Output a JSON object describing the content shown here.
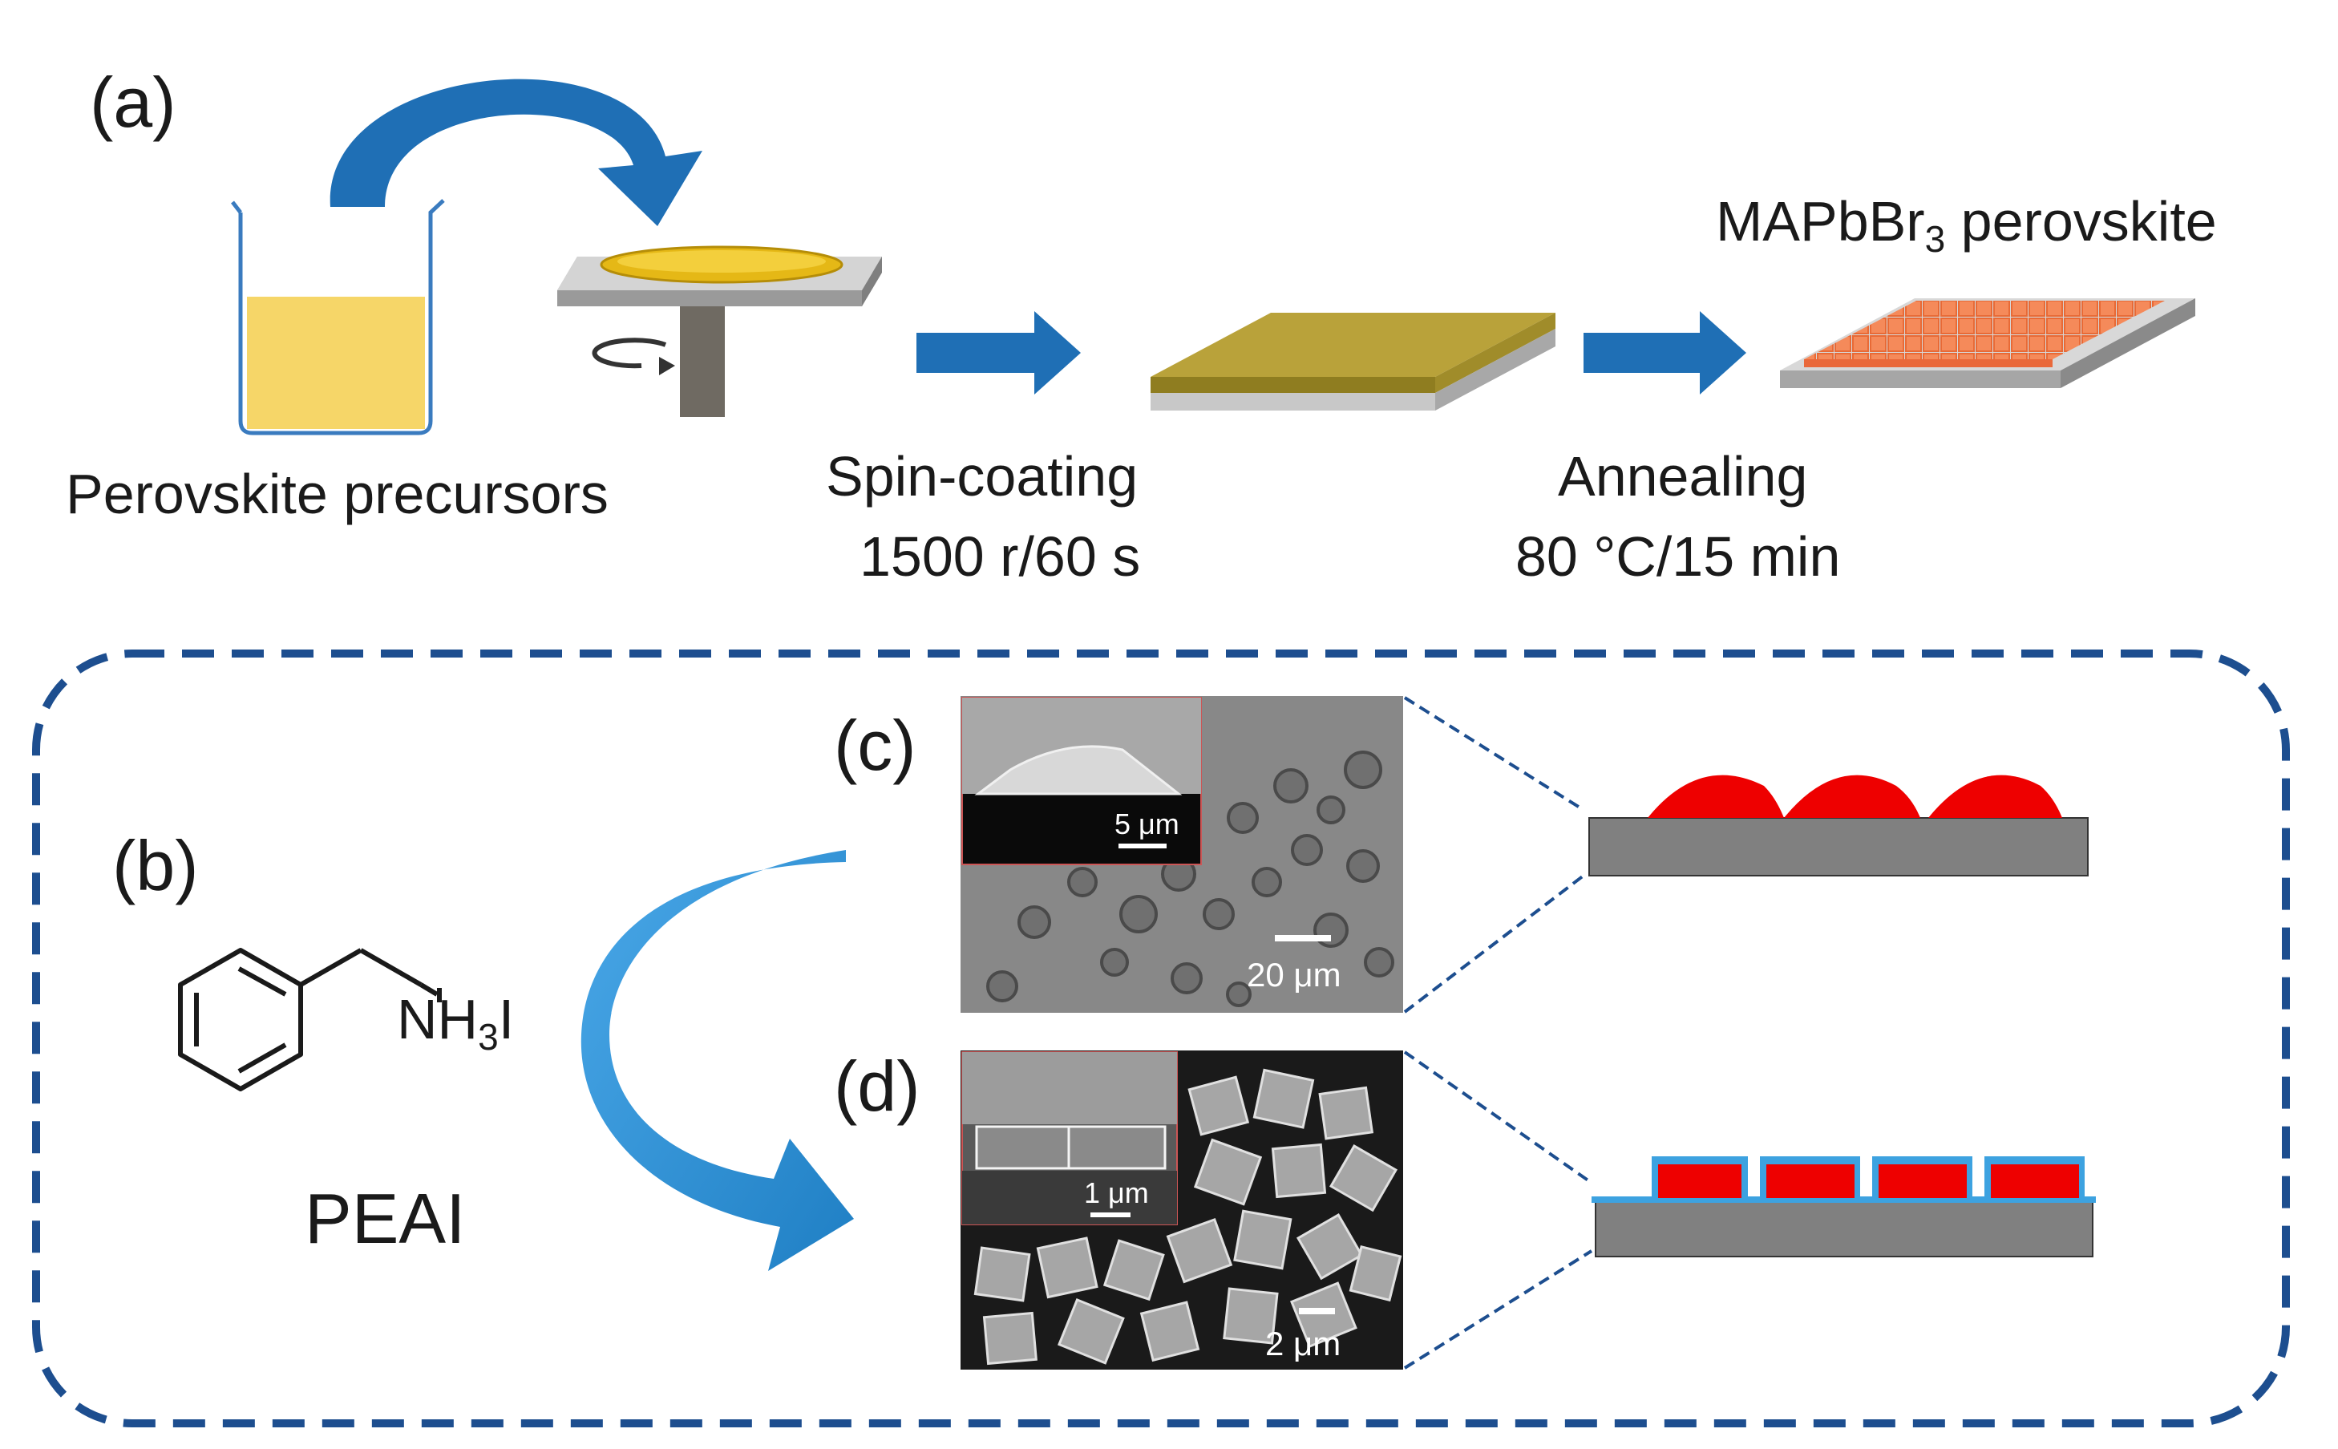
{
  "panels": {
    "a": "(a)",
    "b": "(b)",
    "c": "(c)",
    "d": "(d)"
  },
  "process": {
    "precursor_label": "Perovskite precursors",
    "spin_label": "Spin-coating",
    "spin_params": "1500 r/60 s",
    "anneal_label": "Annealing",
    "anneal_params_prefix": "80 ",
    "anneal_params_unit": "°C/15 min",
    "product_main": "MAPbBr",
    "product_sub": "3",
    "product_suffix": " perovskite"
  },
  "molecule": {
    "group_main": "NH",
    "group_sub": "3",
    "group_tail": "I",
    "name": "PEAI"
  },
  "micrographs": {
    "c_inset_scale": "5 μm",
    "c_main_scale": "20 μm",
    "d_inset_scale": "1 μm",
    "d_main_scale": "2 μm"
  },
  "colors": {
    "arrow_blue": "#1f6fb5",
    "curved_arrow": "#2e8fd0",
    "dashed_border": "#1d4e8f",
    "solution_yellow": "#f6d668",
    "film_gold": "#b9a23a",
    "crystal_orange": "#f47a4a",
    "crystal_red": "#ee0000",
    "passivation_blue": "#3da2e0",
    "substrate_gray": "#808080"
  }
}
